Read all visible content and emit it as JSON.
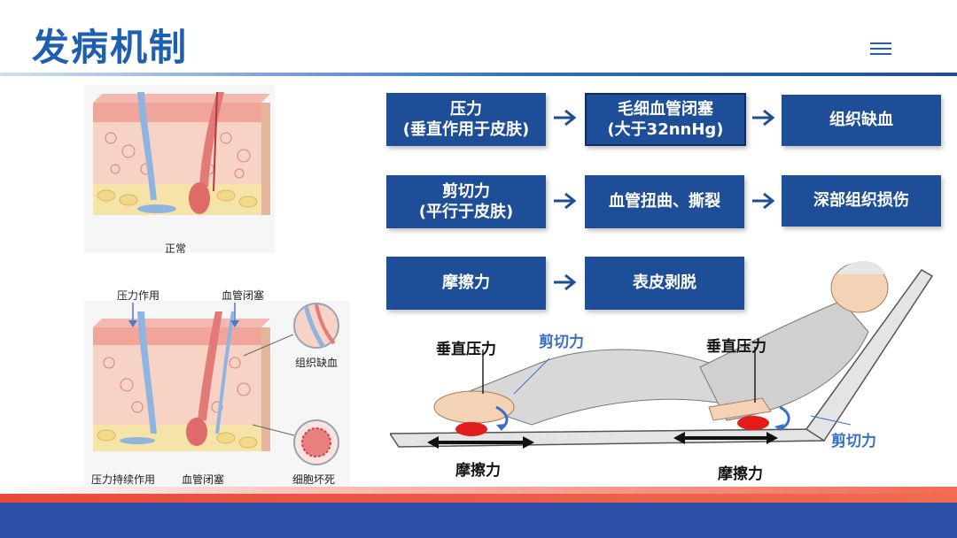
{
  "title": "发病机制",
  "flow": {
    "row1": [
      "压力\n(垂直作用于皮肤)",
      "毛细血管闭塞\n(大于32nnHg)",
      "组织缺血"
    ],
    "row2": [
      "剪切力\n(平行于皮肤)",
      "血管扭曲、撕裂",
      "深部组织损伤"
    ],
    "row3": [
      "摩擦力",
      "表皮剥脱"
    ],
    "arrow_glyph": "→"
  },
  "skin_normal": {
    "caption": "正常"
  },
  "skin_pressure": {
    "labels": {
      "pressure_action": "压力作用",
      "vessel_occlusion_top": "血管闭塞",
      "tissue_ischemia": "组织缺血",
      "sustained_pressure": "压力持续作用",
      "vessel_occlusion_bottom": "血管闭塞",
      "cell_necrosis": "细胞坏死"
    }
  },
  "patient": {
    "vertical_pressure_left": "垂直压力",
    "vertical_pressure_right": "垂直压力",
    "shear_top": "剪切力",
    "shear_right": "剪切力",
    "friction_left": "摩擦力",
    "friction_right": "摩擦力"
  },
  "colors": {
    "primary": "#1f4e99",
    "title": "#1f5fb0",
    "footer_blue": "#2e4fa8",
    "footer_red": "#e94a3c"
  }
}
